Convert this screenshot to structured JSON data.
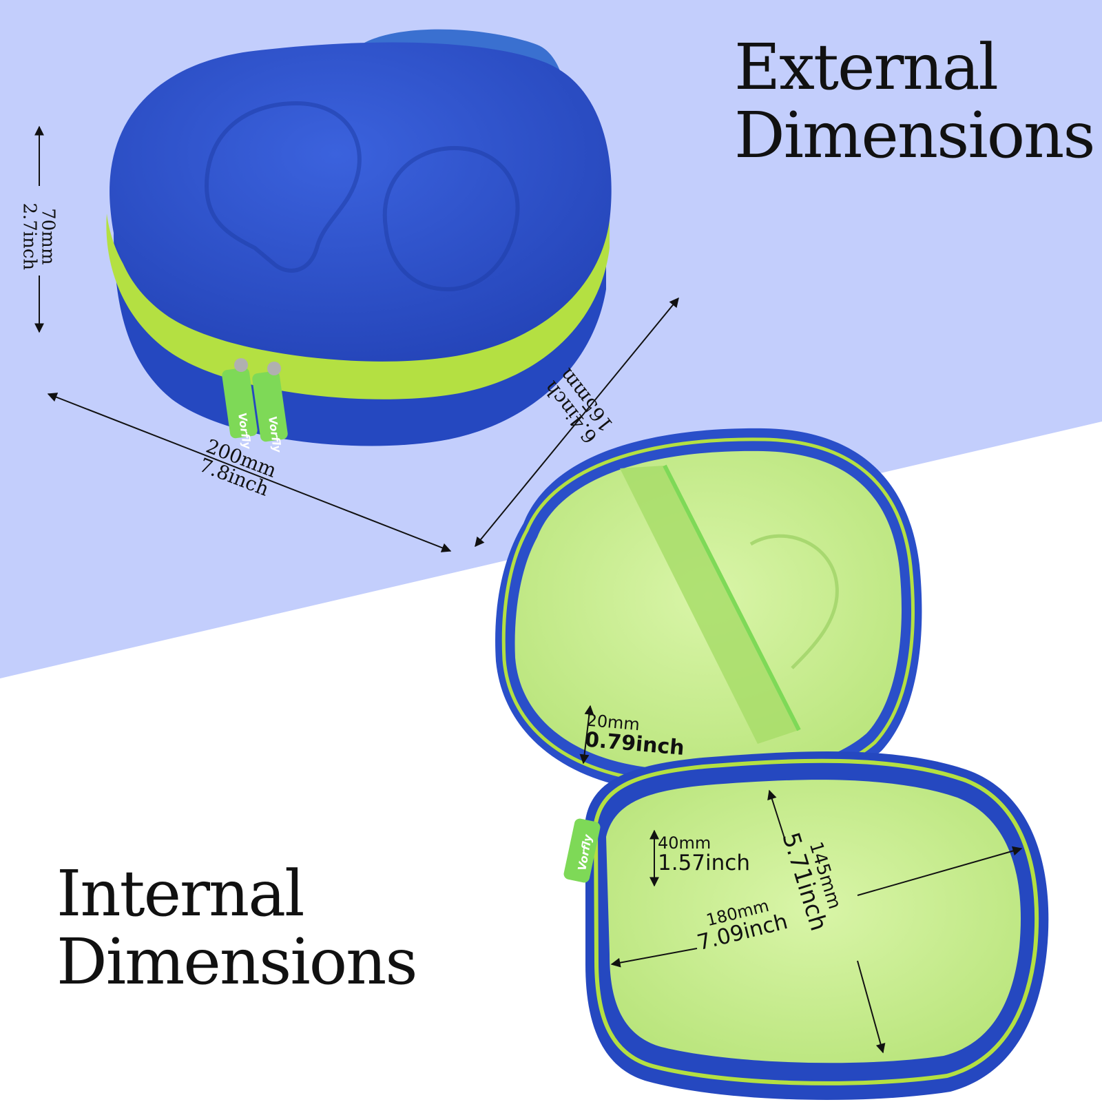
{
  "colors": {
    "top_background": "#c3cefc",
    "bottom_background": "#ffffff",
    "case_blue": "#2a4fc9",
    "case_blue_dark": "#1d3aa6",
    "zipper_green": "#b4e042",
    "lining_green": "#c9ee8f",
    "text": "#111111"
  },
  "headings": {
    "external_line1": "External",
    "external_line2": "Dimensions",
    "internal_line1": "Internal",
    "internal_line2": "Dimensions"
  },
  "external_dims": {
    "height_mm": "70mm",
    "height_inch": "2.7inch",
    "width_mm": "200mm",
    "width_inch": "7.8inch",
    "depth_mm": "165mm",
    "depth_inch": "6.4inch"
  },
  "internal_dims": {
    "lid_depth_mm": "20mm",
    "lid_depth_inch": "0.79inch",
    "base_depth_mm": "40mm",
    "base_depth_inch": "1.57inch",
    "length_mm": "145mm",
    "length_inch": "5.71inch",
    "width_mm": "180mm",
    "width_inch": "7.09inch"
  },
  "brand": {
    "tag_text": "Vorfly"
  }
}
